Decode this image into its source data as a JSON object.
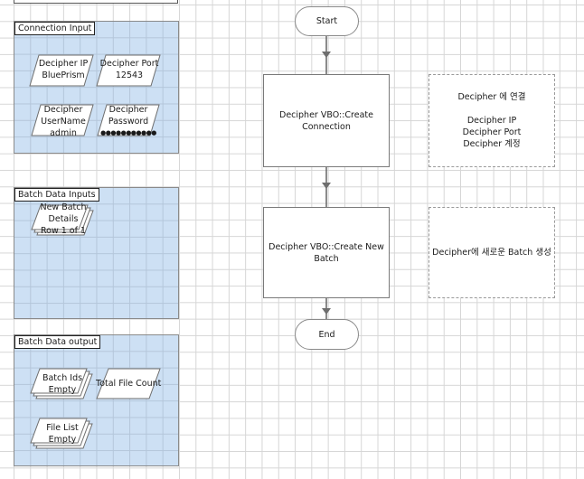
{
  "top_element": {
    "label": "..."
  },
  "blocks": {
    "connection_input": {
      "label": "Connection Input",
      "items": [
        {
          "name": "Decipher IP",
          "value": "BluePrism"
        },
        {
          "name": "Decipher Port",
          "value": "12543"
        },
        {
          "name": "Decipher UserName",
          "line1": "Decipher",
          "line2": "UserName",
          "value": "admin"
        },
        {
          "name": "Decipher Password",
          "line1": "Decipher",
          "line2": "Password",
          "value": "●●●●●●●●●●●"
        }
      ]
    },
    "batch_data_inputs": {
      "label": "Batch Data Inputs",
      "items": [
        {
          "line1": "New Batch",
          "line2": "Details",
          "value": "Row 1 of 1"
        }
      ]
    },
    "batch_data_output": {
      "label": "Batch Data output",
      "items": [
        {
          "name": "Batch Ids",
          "value": "Empty"
        },
        {
          "name": "Total File Count"
        },
        {
          "name": "File List",
          "value": "Empty"
        }
      ]
    }
  },
  "flow": {
    "start": "Start",
    "action1": {
      "line1": "Decipher VBO::Create",
      "line2": "Connection"
    },
    "action2": {
      "line1": "Decipher VBO::Create New",
      "line2": "Batch"
    },
    "end": "End"
  },
  "notes": {
    "note1": {
      "title": "Decipher 에 연결",
      "lines": [
        "Decipher IP",
        "Decipher Port",
        "Decipher 계정"
      ]
    },
    "note2": {
      "text": "Decipher에 새로운 Batch 생성"
    }
  },
  "colors": {
    "block_fill": "#cde0f4",
    "grid": "#d6d6d6",
    "connector": "#6e6e6e"
  }
}
